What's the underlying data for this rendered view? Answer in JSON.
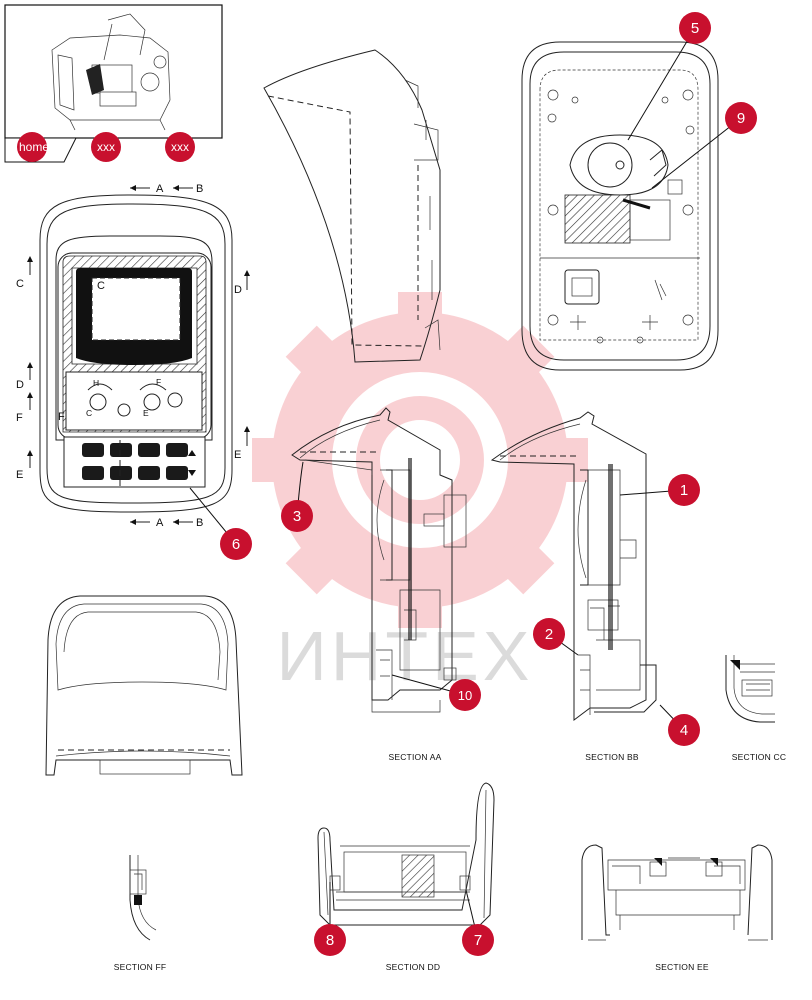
{
  "nav": {
    "home_label": "home",
    "item1_label": "xxx",
    "item2_label": "xxx"
  },
  "watermark": {
    "text": "ИНТЕХ",
    "color": "#e8303a"
  },
  "accent_color": "#c8102e",
  "front_view_labels": {
    "top_a": "A",
    "top_b": "B",
    "bottom_a": "A",
    "bottom_b": "B",
    "c_left": "C",
    "c_inner": "C",
    "d_right": "D",
    "d_left": "D",
    "f_left": "F",
    "f_inner": "F",
    "e_left": "E",
    "e_right": "E",
    "gauge_h": "H",
    "gauge_c": "C",
    "gauge_f": "F",
    "gauge_e": "E"
  },
  "callouts": [
    "1",
    "2",
    "3",
    "4",
    "5",
    "6",
    "7",
    "8",
    "9",
    "10"
  ],
  "sections": {
    "aa": "SECTION AA",
    "bb": "SECTION BB",
    "cc": "SECTION CC",
    "dd": "SECTION DD",
    "ee": "SECTION EE",
    "ff": "SECTION FF"
  }
}
